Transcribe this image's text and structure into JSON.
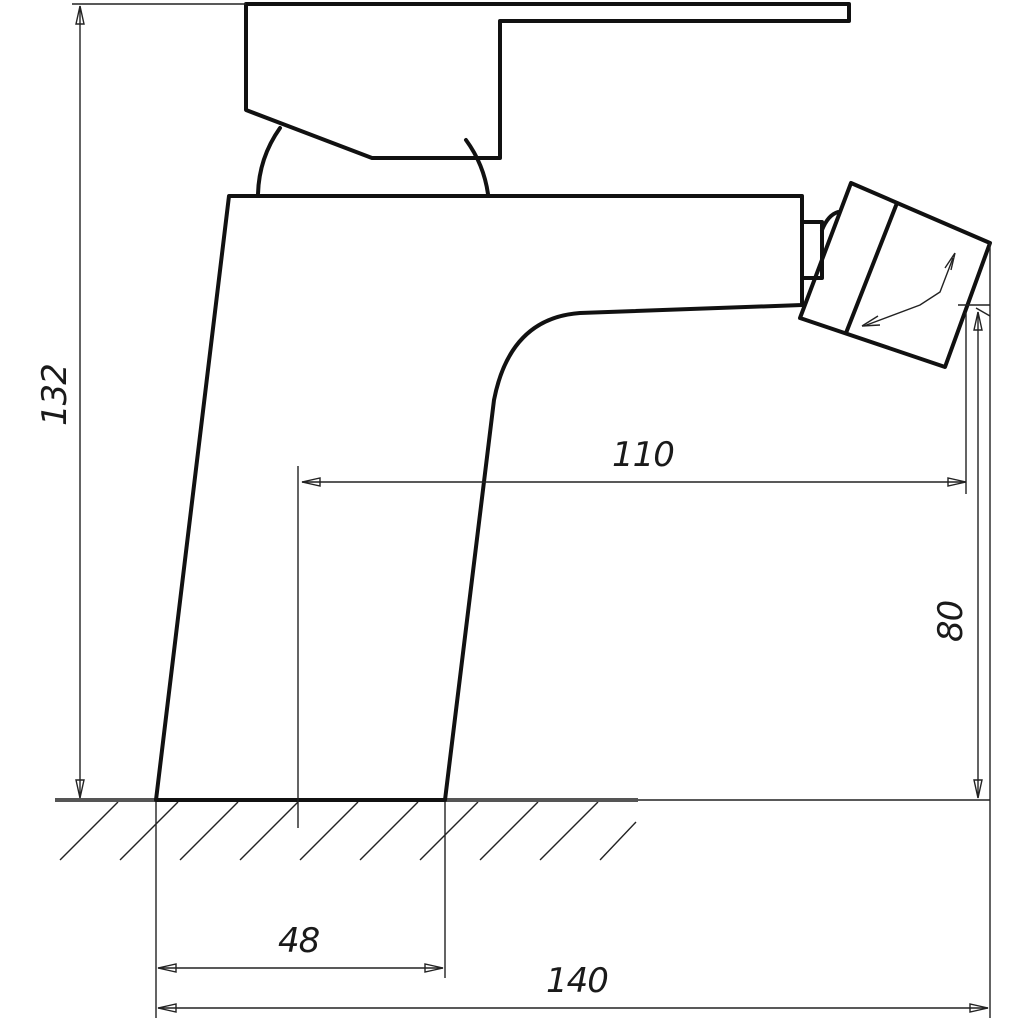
{
  "dimensions": {
    "total_height": "132",
    "spout_reach": "110",
    "spout_height": "80",
    "base_width": "48",
    "total_length": "140"
  }
}
